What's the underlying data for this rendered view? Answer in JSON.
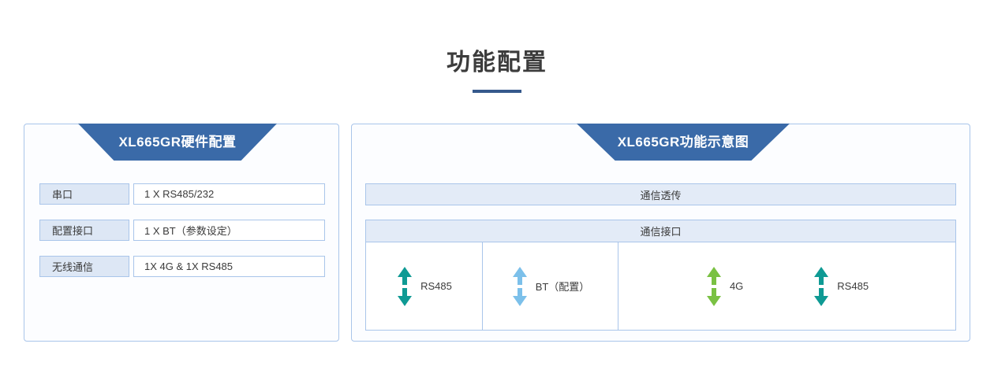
{
  "page": {
    "title": "功能配置",
    "accent_color": "#35598c",
    "banner_color": "#3a6aa8",
    "border_color": "#a9c5ea"
  },
  "left_panel": {
    "banner_title": "XL665GR硬件配置",
    "rows": [
      {
        "key": "串口",
        "value": "1 X RS485/232"
      },
      {
        "key": "配置接口",
        "value": "1 X BT（参数设定）"
      },
      {
        "key": "无线通信",
        "value": "1X 4G & 1X RS485"
      }
    ]
  },
  "right_panel": {
    "banner_title": "XL665GR功能示意图",
    "band_transparent": "通信透传",
    "band_interface": "通信接口",
    "cells": [
      {
        "name": "serial-cell",
        "ports": [
          {
            "label": "RS485",
            "arrow_icon": "double-arrow-vertical-icon",
            "color": "#0f9a94"
          }
        ]
      },
      {
        "name": "bluetooth-cell",
        "ports": [
          {
            "label": "BT（配置）",
            "arrow_icon": "double-arrow-vertical-icon",
            "color": "#7cc0ea"
          }
        ]
      },
      {
        "name": "wireless-cell",
        "ports": [
          {
            "label": "4G",
            "arrow_icon": "double-arrow-vertical-icon",
            "color": "#7ac143"
          },
          {
            "label": "RS485",
            "arrow_icon": "double-arrow-vertical-icon",
            "color": "#0f9a94"
          }
        ]
      }
    ]
  }
}
